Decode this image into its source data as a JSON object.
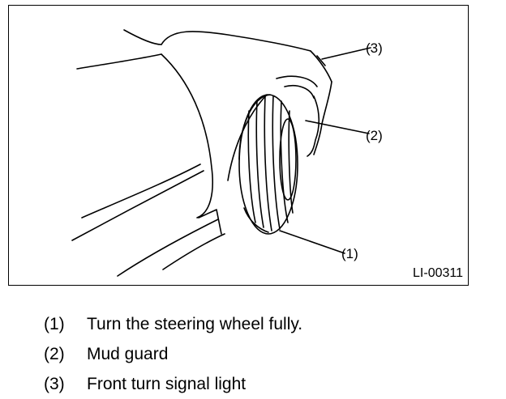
{
  "figure": {
    "id": "LI-00311",
    "callouts": [
      "(1)",
      "(2)",
      "(3)"
    ]
  },
  "legend": [
    {
      "num": "(1)",
      "text": "Turn the steering wheel fully."
    },
    {
      "num": "(2)",
      "text": "Mud guard"
    },
    {
      "num": "(3)",
      "text": "Front turn signal light"
    }
  ]
}
